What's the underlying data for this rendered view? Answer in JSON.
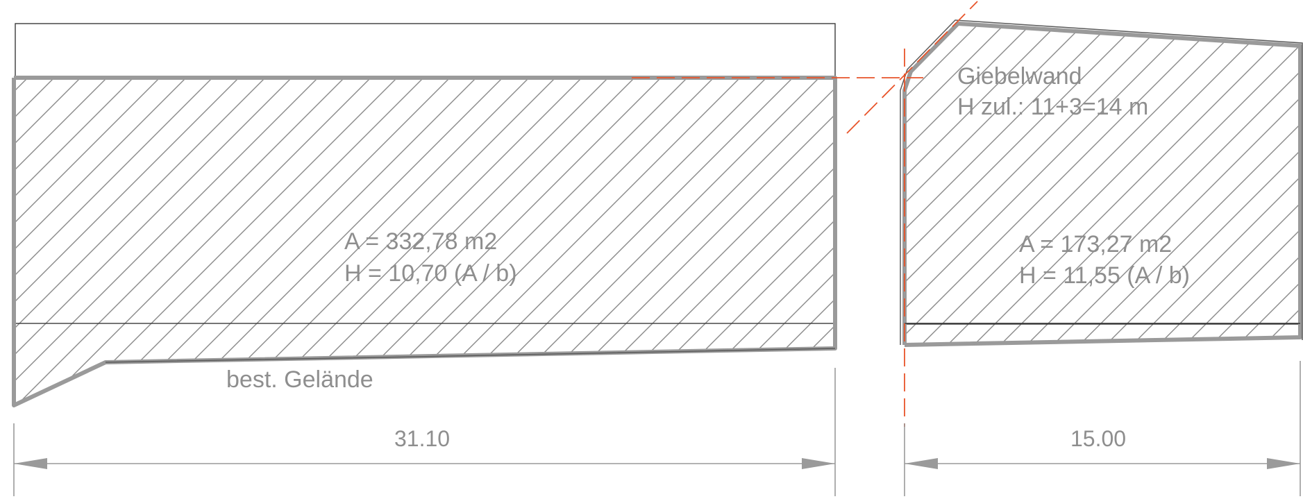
{
  "left_facade": {
    "area_label": "A = 332,78 m2",
    "height_label": "H = 10,70  (A / b)",
    "terrain_label": "best. Gelände",
    "width_label": "31.10"
  },
  "right_facade": {
    "wall_label": "Giebelwand",
    "allowed_height_label": "H zul.: 11+3=14 m",
    "area_label": "A = 173,27 m2",
    "height_label": "H = 11,55  (A / b)",
    "width_label": "15.00"
  },
  "colors": {
    "outline": "#9a9a9a",
    "hatch": "#8a8a8a",
    "axis": "#e8542a",
    "text": "#8e8e8e"
  }
}
